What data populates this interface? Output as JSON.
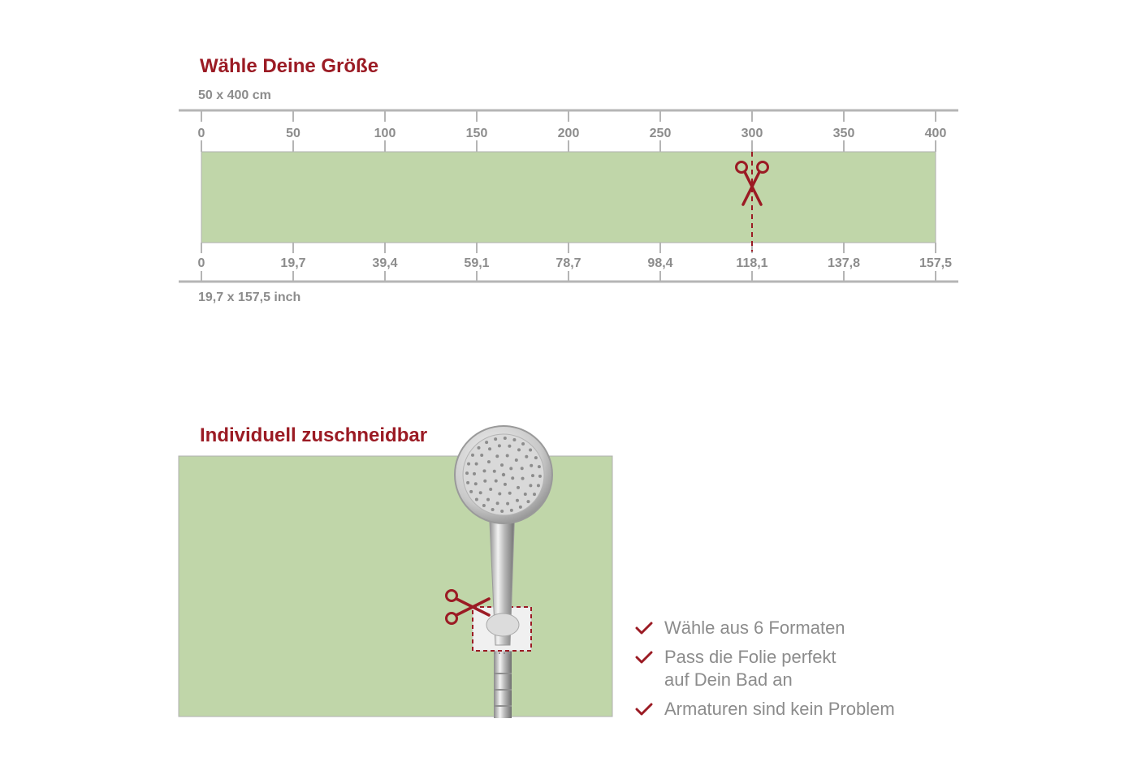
{
  "section1": {
    "title": "Wähle Deine Größe",
    "metric_label": "50 x 400 cm",
    "imperial_label": "19,7 x 157,5 inch",
    "ruler": {
      "top_ticks": [
        "0",
        "50",
        "100",
        "150",
        "200",
        "250",
        "300",
        "350",
        "400"
      ],
      "bottom_ticks": [
        "0",
        "19,7",
        "39,4",
        "59,1",
        "78,7",
        "98,4",
        "118,1",
        "137,8",
        "157,5"
      ],
      "max_cm": 400,
      "cut_at_cm": 300
    }
  },
  "section2": {
    "title": "Individuell zuschneidbar",
    "features": [
      {
        "lines": [
          "Wähle aus 6 Formaten"
        ],
        "icon": "check-icon"
      },
      {
        "lines": [
          "Pass die Folie perfekt",
          "auf Dein Bad an"
        ],
        "icon": "check-icon"
      },
      {
        "lines": [
          "Armaturen sind kein Problem"
        ],
        "icon": "check-icon"
      }
    ]
  },
  "colors": {
    "accent": "#9b1b24",
    "foil_green": "#c0d6a9",
    "label_gray": "#8c8c8c",
    "line_gray": "#b5b5b5"
  }
}
